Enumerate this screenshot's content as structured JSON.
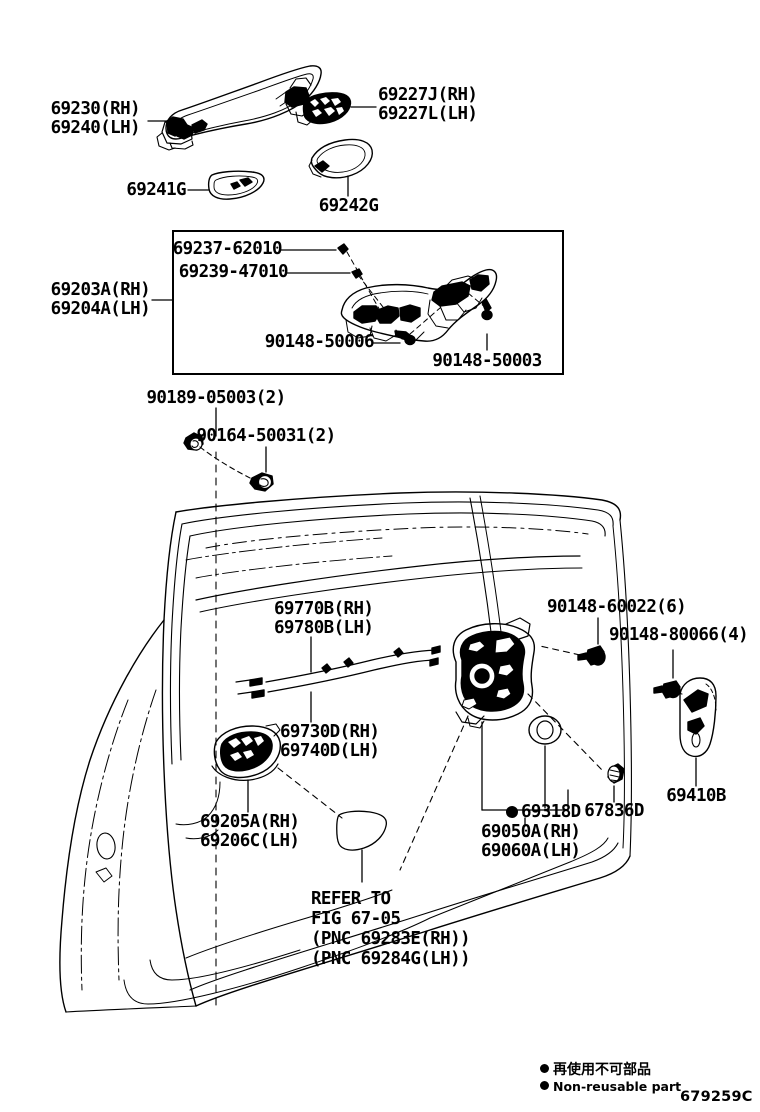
{
  "diagram": {
    "figure_code": "679259C",
    "refer_note": "REFER TO\nFIG 67-05\n(PNC 69283E(RH))\n(PNC 69284G(LH))"
  },
  "legend": {
    "japanese": "再使用不可部品",
    "english": "Non-reusable part"
  },
  "labels": {
    "outer_handle": "69230(RH)\n69240(LH)",
    "handle_cover_small": "69227J(RH)\n69227L(LH)",
    "handle_cap_left": "69241G",
    "handle_cap_right": "69242G",
    "handle_frame": "69203A(RH)\n69204A(LH)",
    "clip_69237": "69237-62010",
    "clip_69239": "69239-47010",
    "screw_90148_50006": "90148-50006",
    "screw_90148_50003": "90148-50003",
    "plug_90189": "90189-05003(2)",
    "screw_90164": "90164-50031(2)",
    "cable_assy": "69770B(RH)\n69780B(LH)",
    "inner_handle_sub": "69730D(RH)\n69740D(LH)",
    "inner_handle": "69205A(RH)\n69206C(LH)",
    "screw_90148_60022": "90148-60022(6)",
    "screw_90148_80066": "90148-80066(4)",
    "striker": "69410B",
    "grommet_67836D": "67836D",
    "seal_69318D": "69318D",
    "lock_assy": "69050A(RH)\n69060A(LH)"
  }
}
